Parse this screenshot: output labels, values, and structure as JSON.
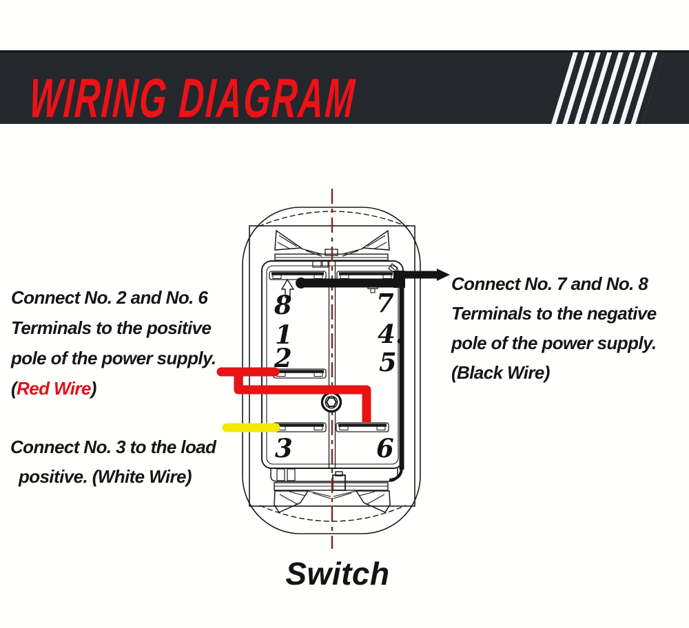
{
  "header": {
    "title": "WIRING DIAGRAM"
  },
  "notes": {
    "left_top": {
      "lines": [
        "Connect No. 2 and No. 6",
        "Terminals to the positive",
        "pole of the power supply."
      ],
      "wire_open": "(",
      "wire_label": "Red Wire",
      "wire_close": ")"
    },
    "left_bottom": {
      "lines": [
        "Connect No. 3 to the load",
        "positive. (White Wire)"
      ]
    },
    "right": {
      "lines": [
        "Connect No. 7 and No. 8",
        "Terminals to the negative",
        "pole of the power supply.",
        "(Black Wire)"
      ]
    }
  },
  "switch": {
    "caption": "Switch",
    "terminal_labels": {
      "t8": "8",
      "t1": "1",
      "t2": "2",
      "t3": "3",
      "t7": "7",
      "t4": "4.",
      "t5": "5",
      "t6": "6"
    }
  },
  "colors": {
    "header_bg": "#24282c",
    "title_red": "#ee1118",
    "stripe_white": "#f3f5f6",
    "red_wire": "#e81313",
    "yellow_wire": "#f2e905",
    "black_wire": "#141414",
    "centerline_red": "#8b1f1f"
  }
}
